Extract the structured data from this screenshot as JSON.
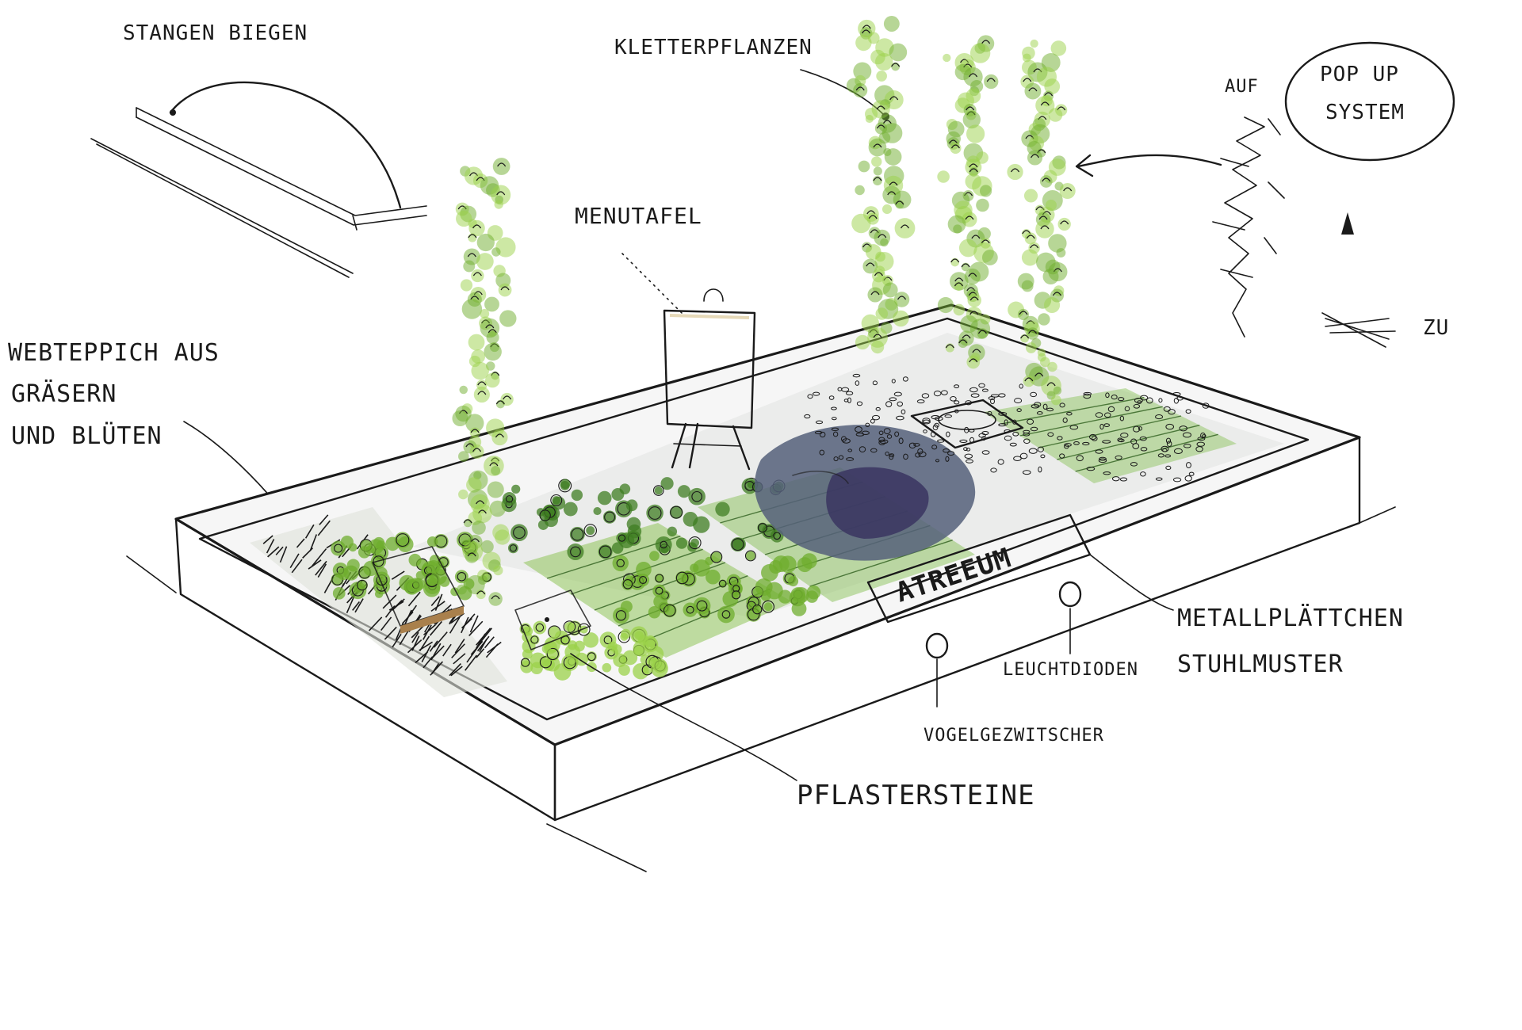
{
  "labels": {
    "stangen_biegen": "STANGEN BIEGEN",
    "kletterpflanzen": "KLETTERPFLANZEN",
    "menutafel": "MENUTAFEL",
    "pop_up_system_1": "POP UP",
    "pop_up_system_2": "SYSTEM",
    "auf": "AUF",
    "zu": "ZU",
    "webteppich_1": "WEBTEPPICH AUS",
    "webteppich_2": "GRÄSERN",
    "webteppich_3": "UND BLÜTEN",
    "sign": "ATREEUM",
    "metallplaettchen": "METALLPLÄTTCHEN",
    "stuhlmuster": "STUHLMUSTER",
    "leuchtdioden": "LEUCHTDIODEN",
    "vogelgezwitscher": "VOGELGEZWITSCHER",
    "pflastersteine": "PFLASTERSTEINE"
  },
  "colors": {
    "ink": "#1a1a1a",
    "leaf_light": "#9bd14a",
    "leaf_mid": "#6fae2e",
    "leaf_dark": "#3f7d22",
    "water": "#55607a",
    "water_deep": "#3a3560",
    "wood": "#c9a26b",
    "board": "#2e3350",
    "frame_shadow": "#e7e7e7"
  },
  "counts": {
    "vertical_planters": 4,
    "wooden_benches": 2,
    "round_lights": 2
  }
}
